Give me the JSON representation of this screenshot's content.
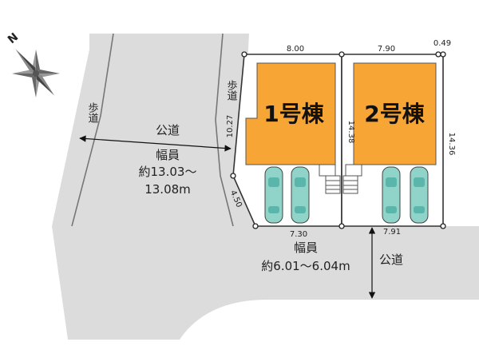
{
  "compass": {
    "north_label": "N",
    "icon": "compass-rose-icon"
  },
  "lots": [
    {
      "label": "1号棟",
      "front_width": "8.00",
      "depth_left": "10.27",
      "depth_right": "14.38",
      "rear_width": "7.30"
    },
    {
      "label": "2号棟",
      "front_width": "7.90",
      "corner_offset": "0.49",
      "depth_right": "14.36",
      "rear_width": "7.91"
    }
  ],
  "corner_cut": "4.50",
  "main_road": {
    "sidewalk_label": "歩道",
    "road_label": "公道",
    "width_label": "幅員",
    "width_value": "約13.03～13.08m",
    "width_value_line1": "約13.03～",
    "width_value_line2": "13.08m"
  },
  "side_road": {
    "road_label": "公道",
    "width_label": "幅員",
    "width_value": "約6.01～6.04m"
  },
  "colors": {
    "building": "#f7a535",
    "road": "#dcdcdc",
    "lot_line": "#333333",
    "car": "#8fd3c9"
  }
}
